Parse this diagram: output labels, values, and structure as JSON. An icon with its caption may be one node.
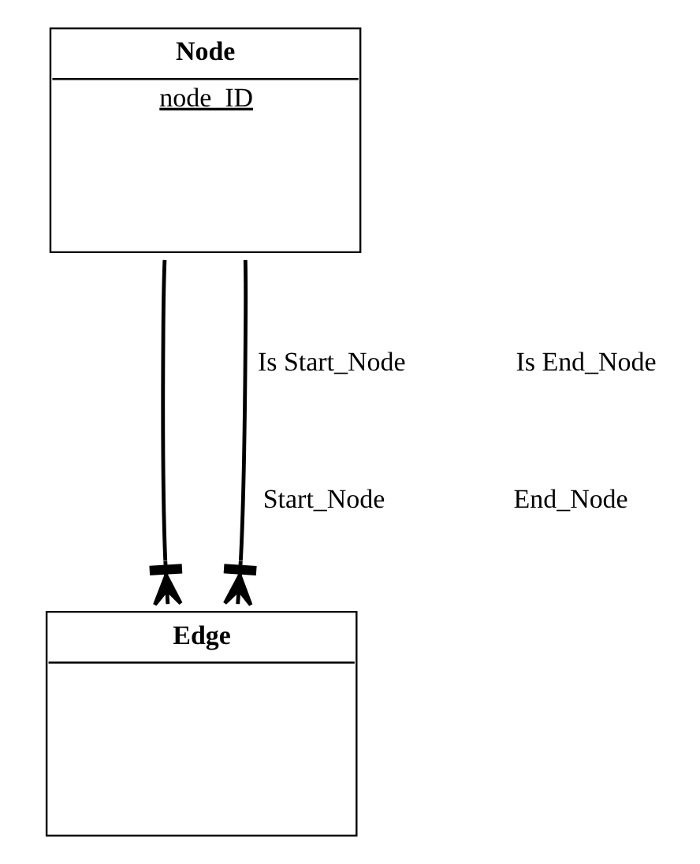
{
  "diagram": {
    "nodes": [
      {
        "text": [
          "Node",
          "node_ID"
        ]
      },
      {
        "text": [
          "Edge"
        ]
      }
    ],
    "edges": [
      {
        "from": 0,
        "to": 1,
        "arrow": "other"
      },
      {
        "from": 0,
        "to": 1,
        "arrow": "other"
      }
    ],
    "labels": [
      "Is Start_Node",
      "Is End_Node",
      "Start_Node",
      "End_Node"
    ]
  }
}
